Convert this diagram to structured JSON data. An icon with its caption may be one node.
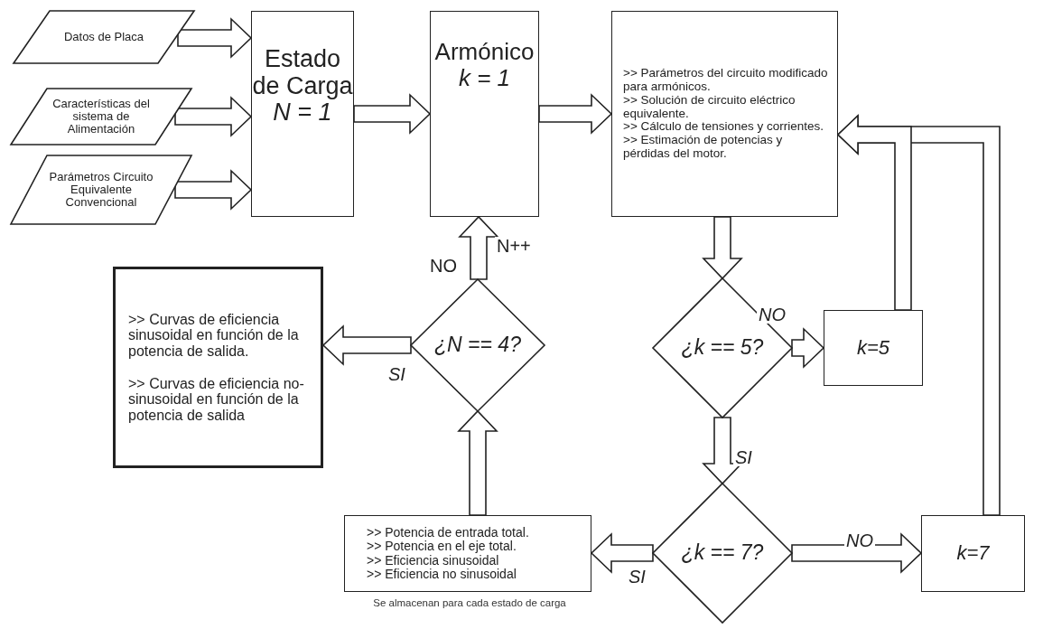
{
  "diagram": {
    "nodes": [
      {
        "text": [
          "Datos de Placa"
        ]
      },
      {
        "text": [
          "Características del sistema de Alimentación"
        ]
      },
      {
        "text": [
          "Parámetros Circuito Equivalente Convencional"
        ]
      },
      {
        "text": [
          "Estado de Carga",
          "N = 1"
        ]
      },
      {
        "text": [
          "Armónico",
          "k = 1"
        ]
      },
      {
        "text": [
          ">> Parámetros del circuito modificado para armónicos.",
          ">> Solución de circuito eléctrico equivalente.",
          ">> Cálculo de tensiones y corrientes.",
          ">> Estimación de potencias y pérdidas del motor."
        ]
      },
      {
        "text": [
          ">> Curvas de eficiencia sinusoidal en función de la potencia de salida.",
          ">> Curvas de eficiencia no-sinusoidal en función de la potencia de salida"
        ]
      },
      {
        "text": [
          "¿N == 4?"
        ]
      },
      {
        "text": [
          "¿k == 5?"
        ]
      },
      {
        "text": [
          "k=5"
        ]
      },
      {
        "text": [
          "¿k == 7?"
        ]
      },
      {
        "text": [
          "k=7"
        ]
      },
      {
        "text": [
          ">> Potencia de entrada total.",
          ">> Potencia en el eje total.",
          ">> Eficiencia sinusoidal",
          ">> Eficiencia no sinusoidal"
        ],
        "beside": [
          "Se almacenan para cada estado de carga"
        ]
      }
    ],
    "edges": [
      {
        "from": 0,
        "to": 3,
        "arrow": "to"
      },
      {
        "from": 1,
        "to": 3,
        "arrow": "to"
      },
      {
        "from": 2,
        "to": 3,
        "arrow": "to"
      },
      {
        "from": 3,
        "to": 4,
        "arrow": "to"
      },
      {
        "from": 4,
        "to": 5,
        "arrow": "to"
      },
      {
        "from": 5,
        "to": 8,
        "arrow": "to"
      },
      {
        "from": 8,
        "to": 9,
        "arrow": "to",
        "label": "NO"
      },
      {
        "from": 8,
        "to": 10,
        "arrow": "to",
        "label": "SI"
      },
      {
        "from": 9,
        "to": 5,
        "arrow": "to"
      },
      {
        "from": 11,
        "to": 5,
        "arrow": "to"
      },
      {
        "from": 10,
        "to": 11,
        "arrow": "to",
        "label": "NO"
      },
      {
        "from": 10,
        "to": 12,
        "arrow": "to",
        "label": "SI"
      },
      {
        "from": 12,
        "to": 7,
        "arrow": "to"
      },
      {
        "from": 7,
        "to": 6,
        "arrow": "to",
        "label": "SI"
      },
      {
        "from": 7,
        "to": 4,
        "arrow": "to",
        "label": "N++"
      }
    ],
    "labels": [
      "NO"
    ]
  }
}
